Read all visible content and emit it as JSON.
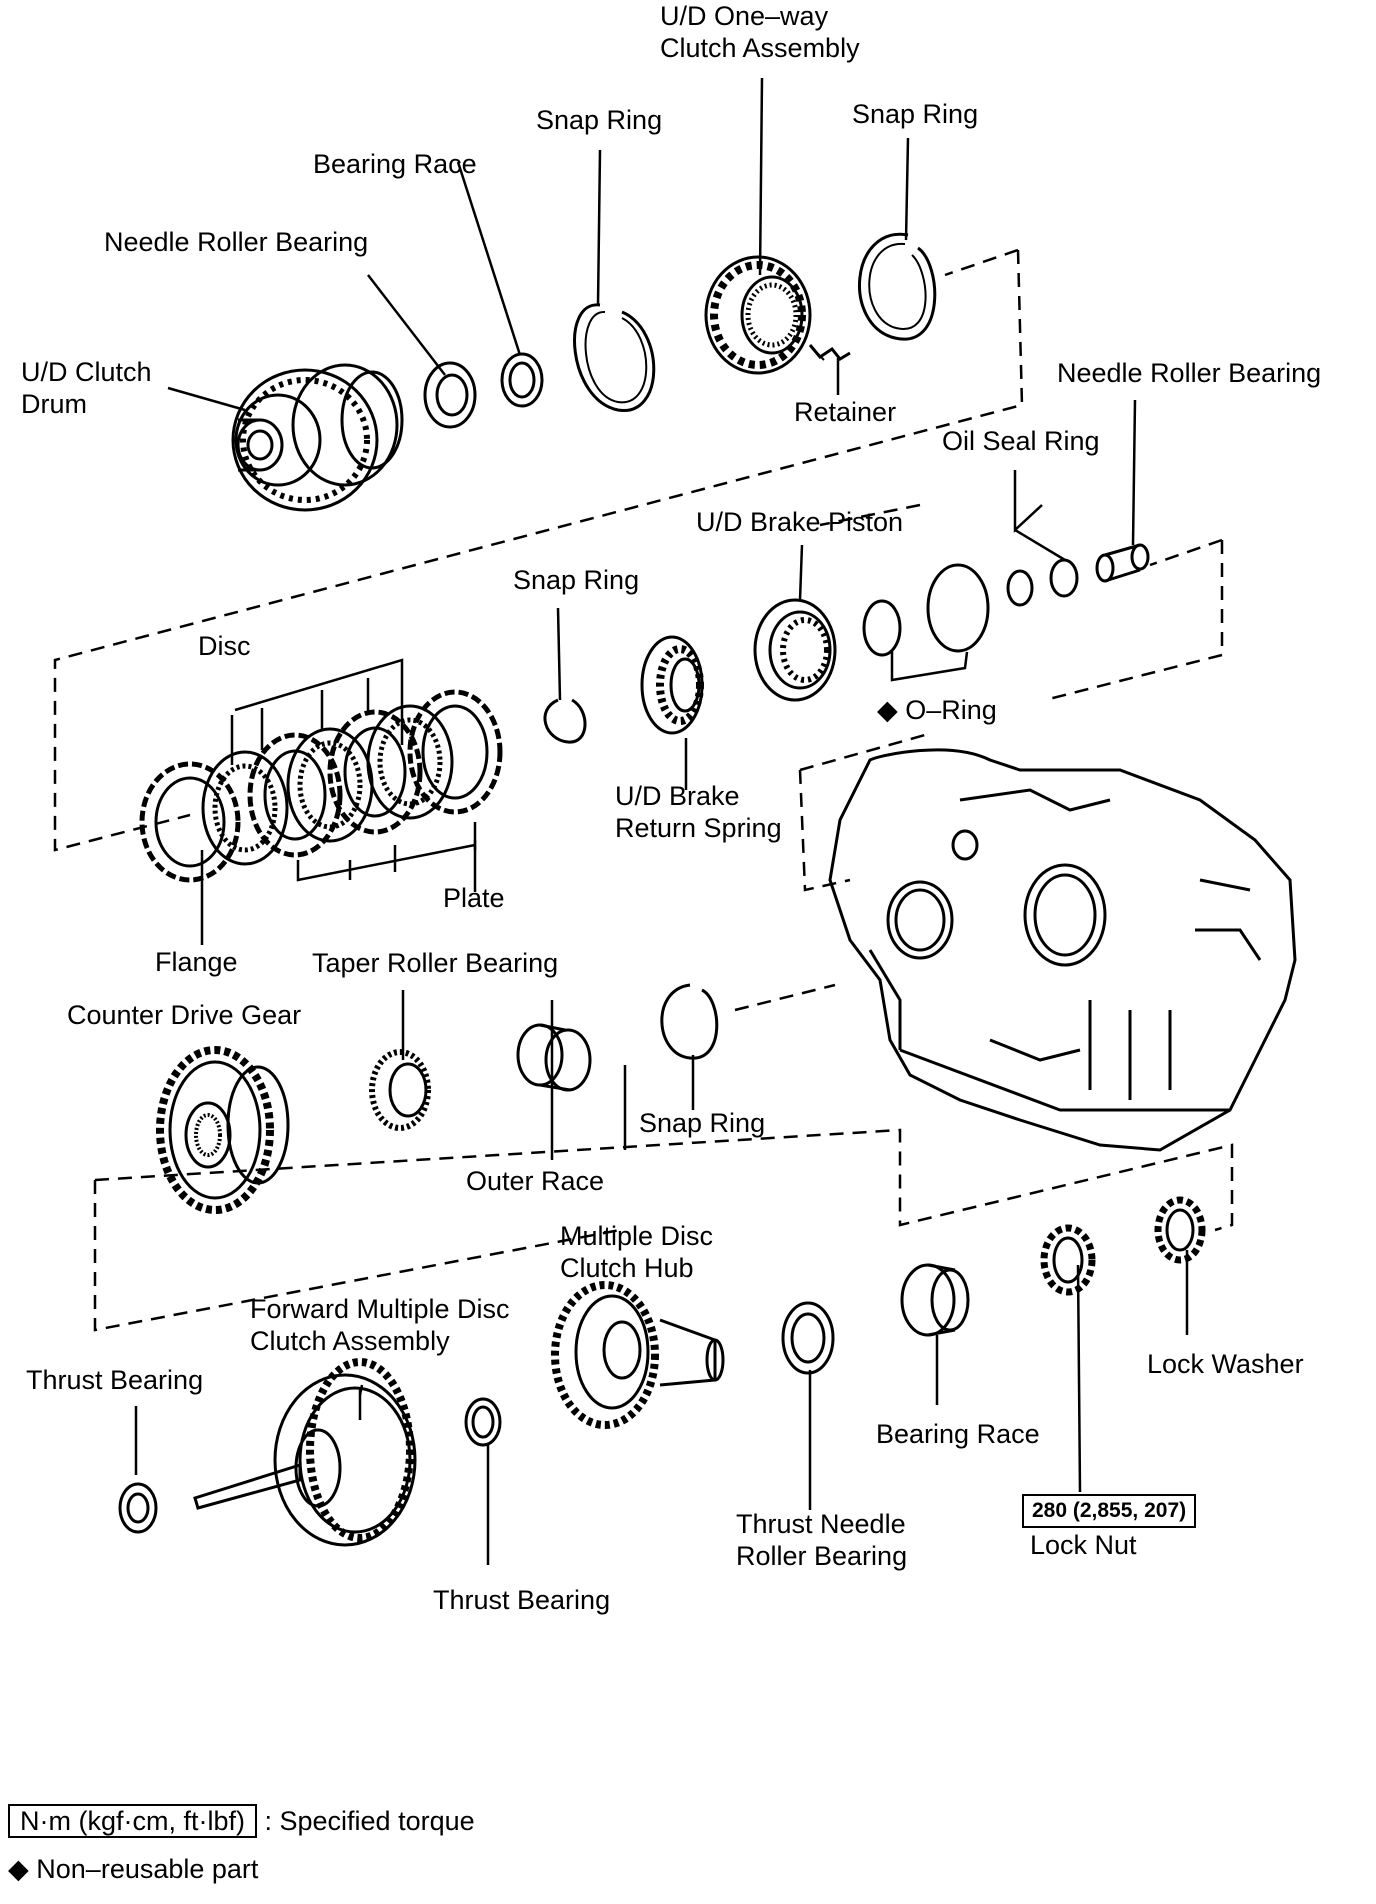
{
  "labels": {
    "ud_oneway_clutch": "U/D One–way\nClutch Assembly",
    "snap_ring_top_1": "Snap Ring",
    "snap_ring_top_2": "Snap Ring",
    "bearing_race_top": "Bearing Race",
    "needle_roller_bearing_top": "Needle Roller Bearing",
    "ud_clutch_drum": "U/D Clutch\nDrum",
    "retainer": "Retainer",
    "needle_roller_bearing_right": "Needle Roller Bearing",
    "oil_seal_ring": "Oil Seal Ring",
    "ud_brake_piston": "U/D Brake Piston",
    "snap_ring_mid": "Snap Ring",
    "disc": "Disc",
    "o_ring": "O–Ring",
    "ud_brake_return_spring": "U/D Brake\nReturn Spring",
    "plate": "Plate",
    "flange": "Flange",
    "taper_roller_bearing": "Taper Roller Bearing",
    "counter_drive_gear": "Counter Drive Gear",
    "snap_ring_low": "Snap Ring",
    "outer_race": "Outer Race",
    "multiple_disc_clutch_hub": "Multiple Disc\nClutch Hub",
    "forward_multiple_disc_clutch": "Forward Multiple Disc\nClutch Assembly",
    "thrust_bearing_left": "Thrust Bearing",
    "lock_washer": "Lock Washer",
    "bearing_race_low": "Bearing Race",
    "thrust_needle_roller_bearing": "Thrust Needle\nRoller Bearing",
    "lock_nut": "Lock Nut",
    "thrust_bearing_bottom": "Thrust Bearing"
  },
  "torque_spec": "280 (2,855, 207)",
  "legend": {
    "torque_units": "N·m (kgf·cm, ft·lbf)",
    "torque_text": ": Specified torque",
    "nonreusable_symbol": "◆",
    "nonreusable_text": "Non–reusable part"
  },
  "colors": {
    "line": "#000000",
    "background": "#ffffff"
  }
}
